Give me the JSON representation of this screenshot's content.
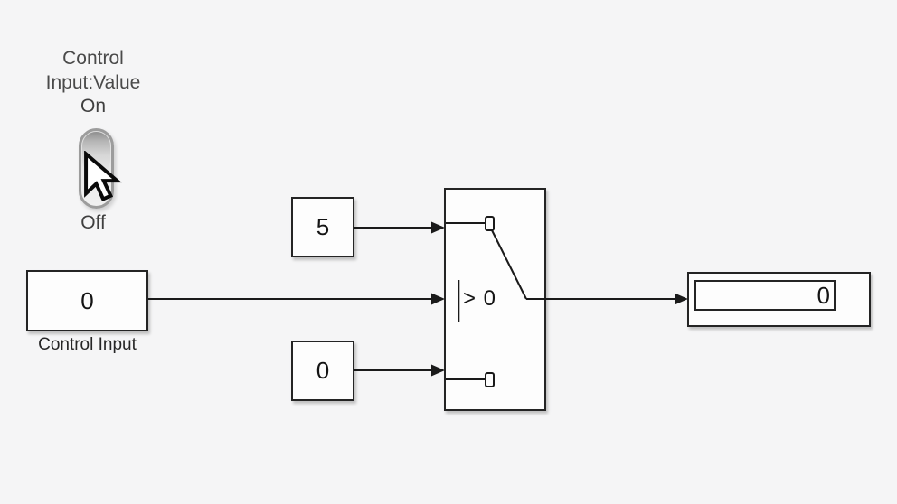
{
  "colors": {
    "background": "#f5f5f6",
    "block_fill": "#fdfdfd",
    "block_border": "#242424",
    "signal_line": "#1a1a1a",
    "toggle_label_text": "#4a4a4a",
    "value_text": "#141414",
    "toggle_border": "#9c9c9c"
  },
  "toggle": {
    "label_line1": "Control",
    "label_line2": "Input:Value",
    "on_label": "On",
    "off_label": "Off",
    "state": "On"
  },
  "blocks": {
    "control_input": {
      "value": "0",
      "label": "Control Input"
    },
    "constant_upper": {
      "value": "5"
    },
    "constant_lower": {
      "value": "0"
    },
    "switch": {
      "threshold_label": "> 0"
    },
    "display": {
      "value": "0"
    }
  }
}
